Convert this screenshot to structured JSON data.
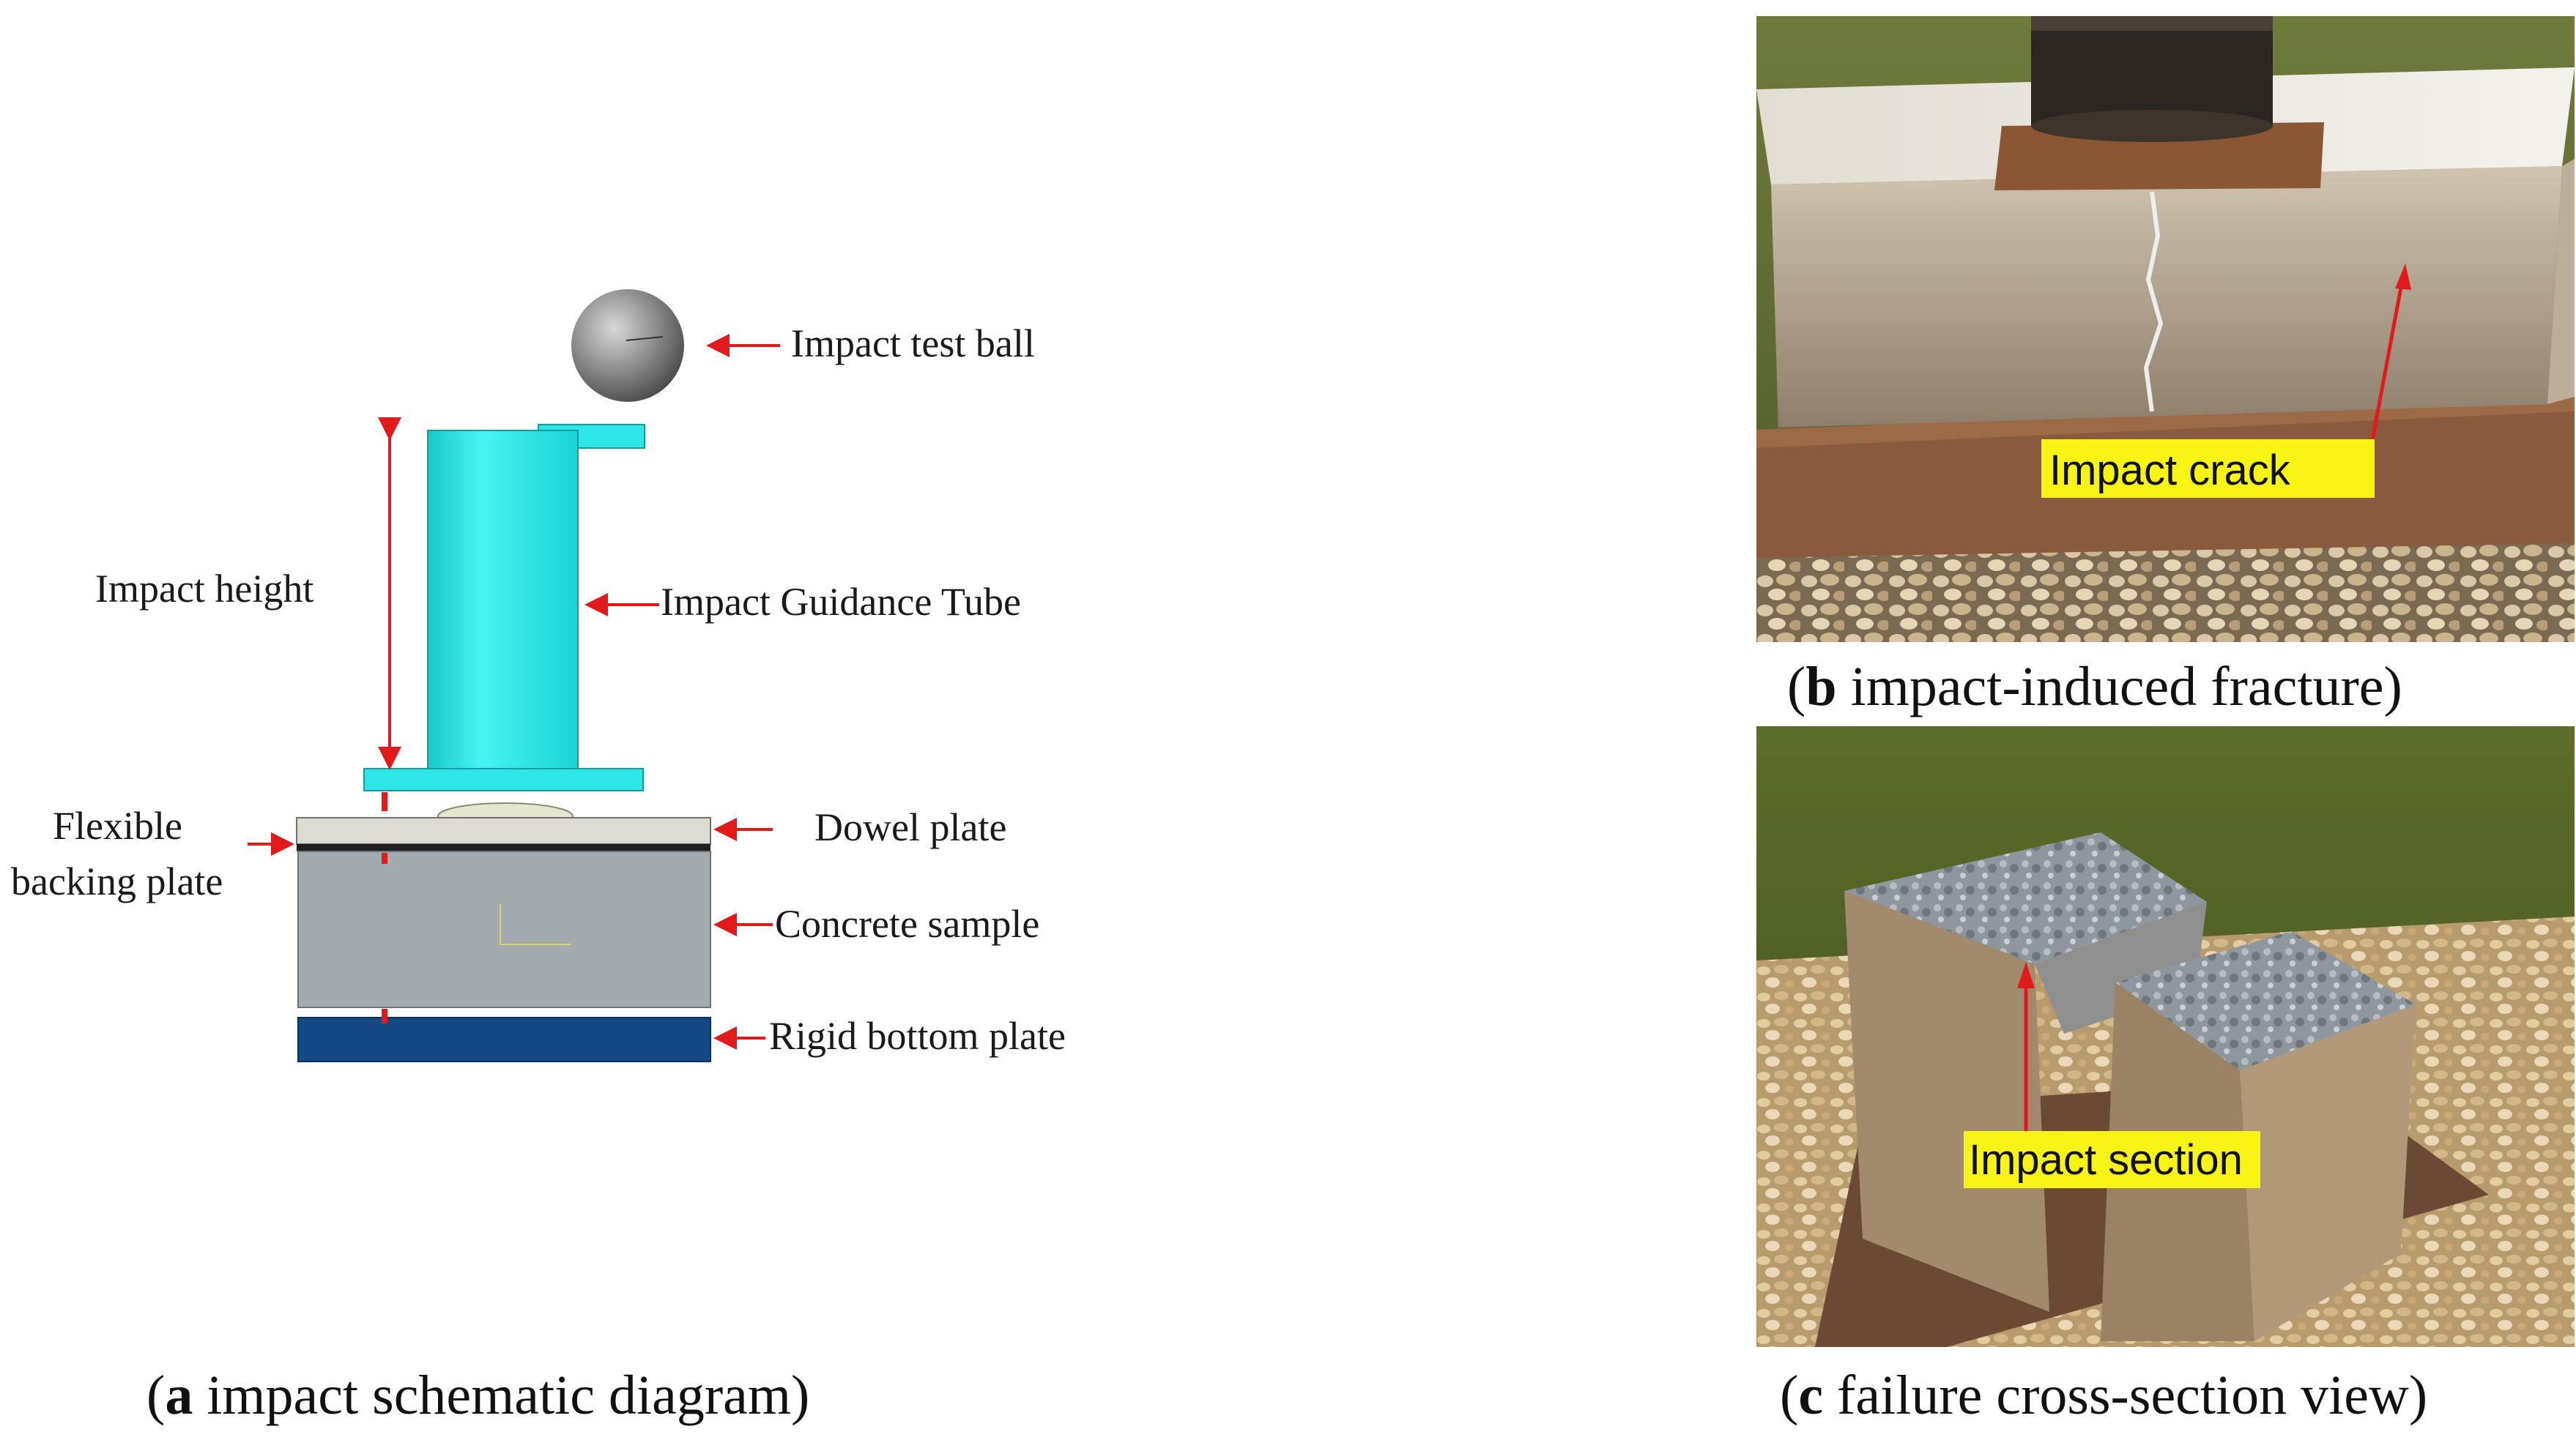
{
  "panel_a": {
    "caption_letter": "a",
    "caption_text": " impact schematic diagram",
    "labels": {
      "ball": "Impact test ball",
      "height": "Impact height",
      "tube": "Impact Guidance Tube",
      "flexible_line1": "Flexible",
      "flexible_line2": "backing plate",
      "dowel": "Dowel plate",
      "concrete": "Concrete sample",
      "rigid": "Rigid bottom plate"
    }
  },
  "panel_b": {
    "caption_letter": "b",
    "caption_text": " impact-induced fracture",
    "tag": "Impact crack"
  },
  "panel_c": {
    "caption_letter": "c",
    "caption_text": " failure cross-section view",
    "tag": "Impact section"
  },
  "colors": {
    "tube": "#2ee6e6",
    "rigid_plate": "#134a86",
    "arrow": "#e11b1b",
    "tag_bg": "#f7f314"
  }
}
